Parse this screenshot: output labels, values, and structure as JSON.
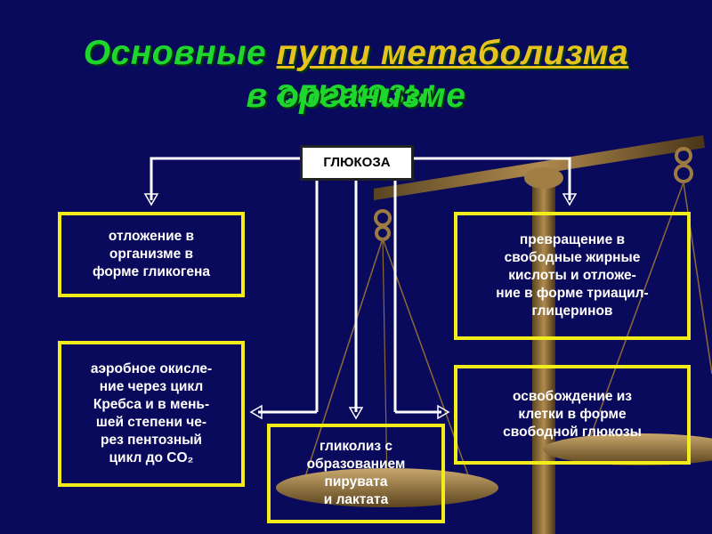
{
  "title": {
    "before": "Основные ",
    "highlight": "пути метаболизма ",
    "after": "глюкозы",
    "line2": "в организме"
  },
  "root": "ГЛЮКОЗА",
  "boxes": {
    "glycogen": "отложение в\nорганизме в\nформе гликогена",
    "fatty_acids": "превращение в\nсвободные жирные\nкислоты и отложе-\nние в форме триацил-\nглицеринов",
    "aerobic": "аэробное окисле-\nние через цикл\nКребса и в мень-\nшей степени че-\nрез пентозный\nцикл до CO₂",
    "free_glucose": "освобождение из\nклетки в форме\nсвободной глюкозы",
    "glycolysis": "гликолиз с\nобразованием\nпирувата\nи лактата"
  },
  "colors": {
    "background": "#0a0a5c",
    "title": "#1fd62e",
    "title_highlight": "#e6c21e",
    "box_border": "#f2ec1a",
    "arrow": "#ffffff"
  }
}
